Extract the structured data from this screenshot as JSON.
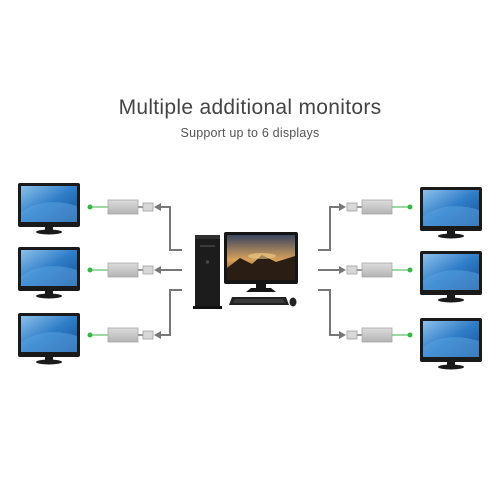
{
  "header": {
    "title": "Multiple additional monitors",
    "subtitle": "Support up to 6 displays"
  },
  "colors": {
    "line": "#777777",
    "dot": "#39b54a",
    "adapter": "#c8c8c8",
    "screen": "#1f5fa8",
    "bezel": "#1a1a1a"
  },
  "diagram": {
    "center": {
      "tower": "desktop-tower",
      "monitor": "main-monitor",
      "keyboard": "keyboard",
      "mouse": "mouse"
    },
    "left_displays": [
      "left-monitor-1",
      "left-monitor-2",
      "left-monitor-3"
    ],
    "right_displays": [
      "right-monitor-1",
      "right-monitor-2",
      "right-monitor-3"
    ],
    "adapter_icon": "usb-to-display-adapter"
  }
}
